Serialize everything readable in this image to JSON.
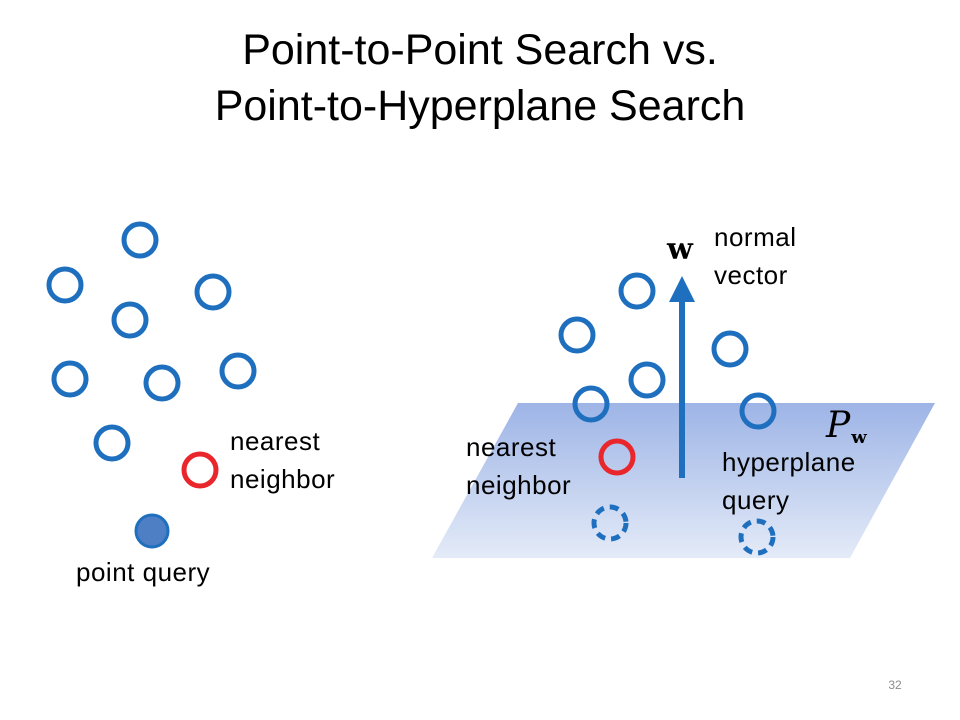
{
  "slide": {
    "title_line1": "Point-to-Point Search vs.",
    "title_line2": "Point-to-Hyperplane Search",
    "slide_number": "32"
  },
  "left_panel": {
    "nearest_label_line1": "nearest",
    "nearest_label_line2": "neighbor",
    "query_label": "point query"
  },
  "right_panel": {
    "normal_label_line1": "normal",
    "normal_label_line2": "vector",
    "nearest_label_line1": "nearest",
    "nearest_label_line2": "neighbor",
    "hyperplane_label_line1": "hyperplane",
    "hyperplane_label_line2": "query",
    "vector_symbol": "w",
    "plane_symbol": "P",
    "plane_subscript": "w"
  },
  "colors": {
    "point_stroke": "#1f6fbf",
    "nearest_stroke": "#e8262b",
    "query_fill": "#4e7ec4",
    "arrow": "#1f6fbf",
    "plane_top": "#9db4e6",
    "plane_bottom": "#e4ebf8"
  }
}
